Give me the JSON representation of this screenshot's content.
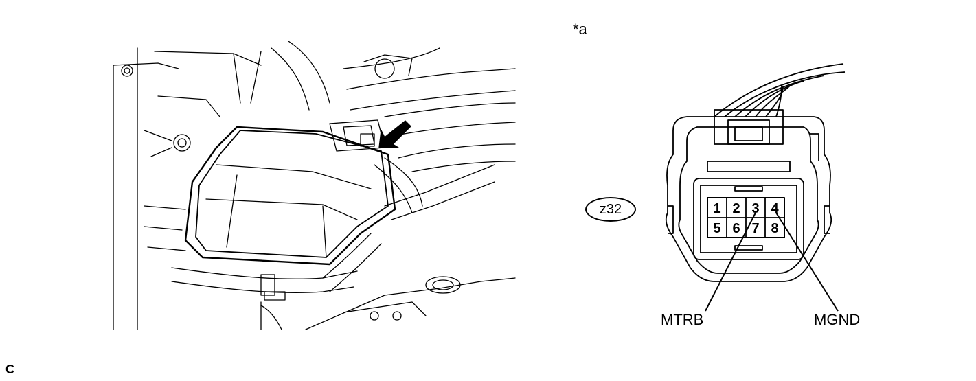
{
  "callout": "*a",
  "connector_code": "z32",
  "pins": [
    "1",
    "2",
    "3",
    "4",
    "5",
    "6",
    "7",
    "8"
  ],
  "terminals": [
    {
      "pin": "3",
      "name": "MTRB"
    },
    {
      "pin": "4",
      "name": "MGND"
    }
  ],
  "footer_code": "C"
}
